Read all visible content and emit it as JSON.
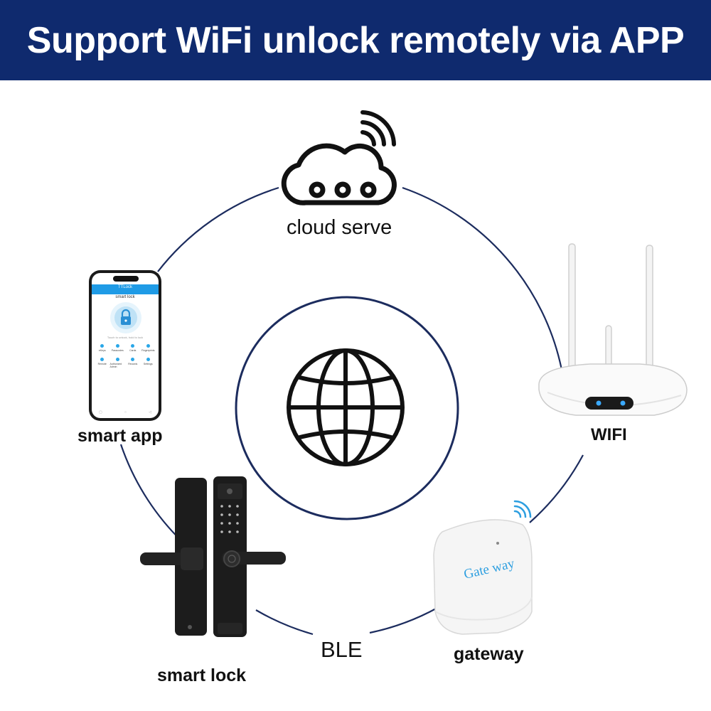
{
  "header": {
    "title": "Support WiFi unlock remotely via APP"
  },
  "nodes": {
    "cloud": {
      "label": "cloud serve"
    },
    "wifi": {
      "label": "WIFI"
    },
    "gateway": {
      "label": "gateway",
      "device_text": "Gate way"
    },
    "ble": {
      "label": "BLE"
    },
    "smart_lock": {
      "label": "smart lock"
    },
    "smart_app": {
      "label": "smart app",
      "screen": {
        "app_name": "TTLock",
        "title": "smart lock",
        "hint": "Touch to unlock, hold to lock",
        "grid": [
          "eKeys",
          "Passcodes",
          "Cards",
          "Fingerprints",
          "Remote",
          "Authorized Admin",
          "Records",
          "Settings"
        ],
        "nav": [
          "▢",
          "○",
          "◁"
        ]
      }
    }
  },
  "colors": {
    "banner": "#0f2a6e",
    "ring": "#1c2c5e",
    "accent_blue": "#2e9fe0",
    "text": "#111111"
  }
}
